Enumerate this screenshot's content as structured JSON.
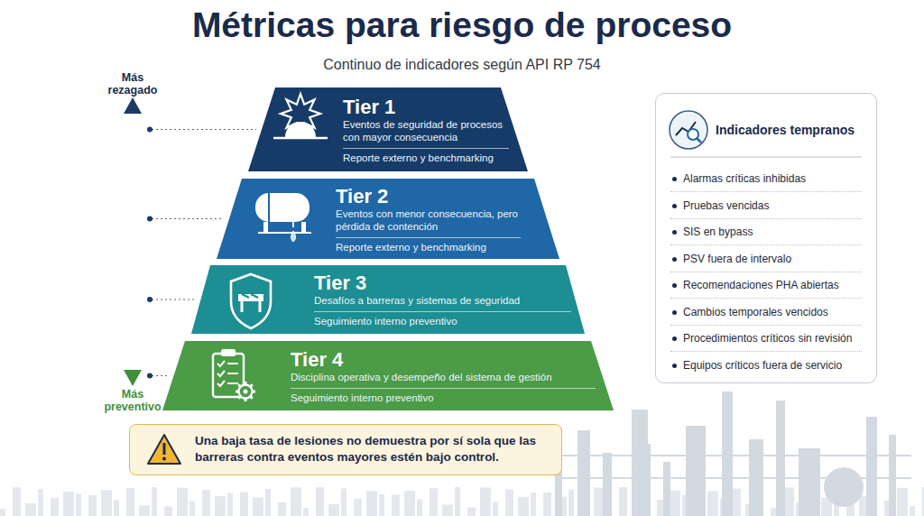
{
  "diagram": {
    "title": "Métricas para riesgo de proceso",
    "nodes": [
      {
        "text": [
          "Tier 1",
          "Eventos de seguridad de procesos con mayor consecuencia",
          "Reporte externo y benchmarking"
        ]
      },
      {
        "text": [
          "Tier 2",
          "Eventos con menor consecuencia, pero pérdida de contención",
          "Reporte externo y benchmarking"
        ]
      },
      {
        "text": [
          "Tier 3",
          "Desafíos a barreras y sistemas de seguridad",
          "Seguimiento interno preventivo"
        ]
      },
      {
        "text": [
          "Tier 4",
          "Disciplina operativa y desempeño del sistema de gestión",
          "Seguimiento interno preventivo"
        ]
      },
      {
        "text": [
          "Indicadores tempranos",
          "Alarmas críticas inhibidas",
          "Pruebas vencidas",
          "SIS en bypass",
          "PSV fuera de intervalo",
          "Recomendaciones PHA abiertas",
          "Cambios temporales vencidos",
          "Procedimientos críticos sin revisión",
          "Equipos críticos fuera de servicio"
        ]
      },
      {
        "text": [
          "Una baja tasa de lesiones no demuestra por sí sola que las barreras contra eventos mayores estén bajo control."
        ]
      }
    ],
    "labels": [
      "Continuo de indicadores según API RP 754",
      "Más rezagado",
      "Más preventivo"
    ]
  }
}
